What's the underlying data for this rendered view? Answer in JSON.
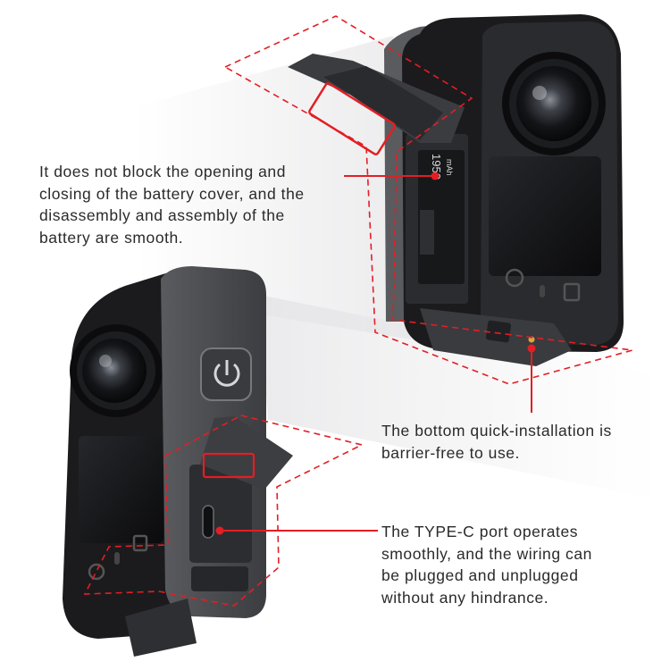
{
  "colors": {
    "background": "#ffffff",
    "accent_red": "#e31e24",
    "camera_body": "#1b1b1d",
    "case_gray": "#48494c",
    "text": "#2a2a2a"
  },
  "battery_label": {
    "capacity": "1950",
    "unit": "mAh"
  },
  "callouts": [
    {
      "id": "battery-cover",
      "lines": [
        "It does not block the opening and",
        "closing of the battery cover, and the",
        "disassembly and assembly of the",
        "battery are smooth."
      ]
    },
    {
      "id": "bottom-mount",
      "lines": [
        "The bottom quick-installation is",
        "barrier-free to use."
      ]
    },
    {
      "id": "type-c-port",
      "lines": [
        "The TYPE-C port operates",
        "smoothly, and the wiring can",
        "be plugged and unplugged",
        "without any hindrance."
      ]
    }
  ]
}
